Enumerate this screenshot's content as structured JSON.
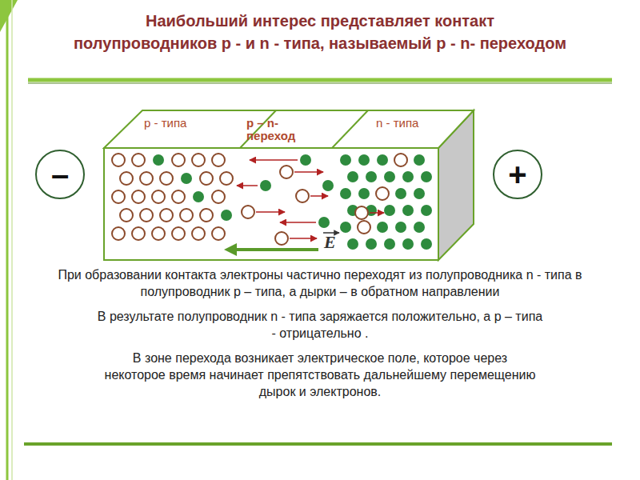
{
  "diagram": {
    "title": "Наибольший интерес представляет контакт полупроводников p - и n - типа, называемый p - n- переходом",
    "nodes": [
      {
        "text": [
          "–"
        ]
      },
      {
        "text": [
          "+"
        ]
      }
    ],
    "labels": [
      "p - типа",
      "p – n- переход",
      "n - типа",
      "E",
      "При образовании контакта электроны частично переходят из полупроводника n - типа в полупроводник p – типа, а дырки – в обратном направлении",
      "В результате полупроводник n - типа заряжается положительно, а p – типа - отрицательно .",
      "В зоне перехода возникает электрическое поле, которое через некоторое время начинает препятствовать дальнейшему перемещению дырок и электронов."
    ]
  }
}
